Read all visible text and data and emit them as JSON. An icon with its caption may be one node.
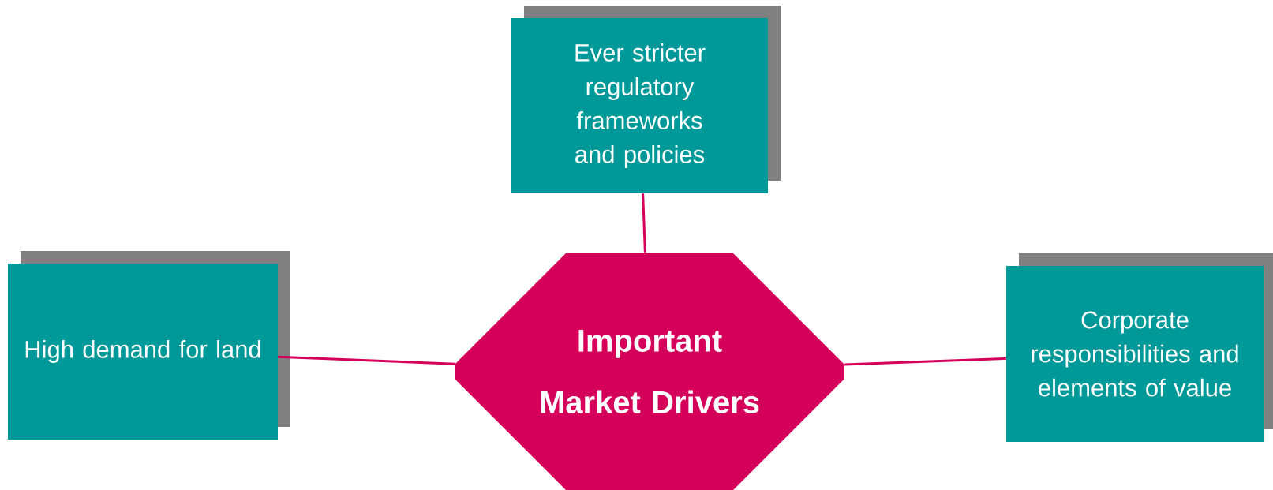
{
  "diagram": {
    "nodes": [
      {
        "text": [
          "Ever stricter regulatory frameworks and policies"
        ]
      },
      {
        "text": [
          "High demand for land"
        ]
      },
      {
        "text": [
          "Important Market Drivers"
        ]
      },
      {
        "text": [
          "Corporate responsibilities and elements of value"
        ]
      }
    ],
    "edges": [
      {
        "from": 2,
        "to": 0,
        "arrow": "none"
      },
      {
        "from": 2,
        "to": 1,
        "arrow": "none"
      },
      {
        "from": 2,
        "to": 3,
        "arrow": "none"
      }
    ]
  }
}
